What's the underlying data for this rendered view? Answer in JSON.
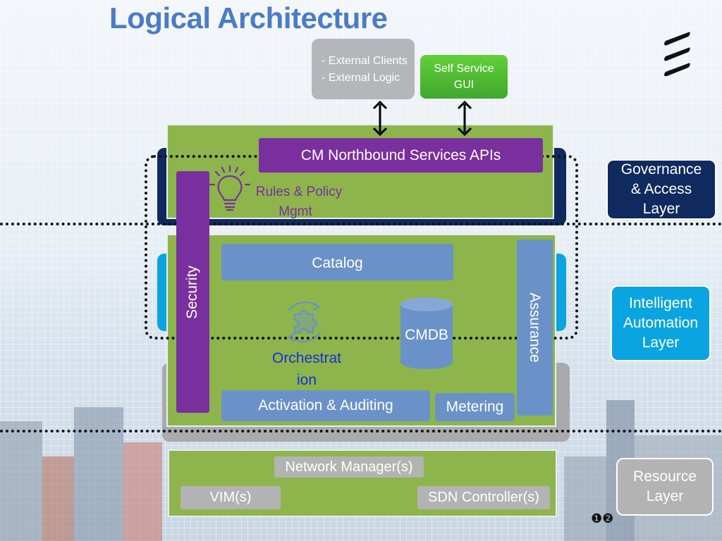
{
  "title": "Logical Architecture",
  "external": {
    "line1": "- External Clients",
    "line2": "- External Logic"
  },
  "self_service": {
    "line1": "Self Service",
    "line2": "GUI"
  },
  "cm_apis": "CM Northbound Services APIs",
  "rules": {
    "line1": "Rules & Policy",
    "line2": "Mgmt"
  },
  "security": "Security",
  "catalog": "Catalog",
  "cmdb": "CMDB",
  "assurance": "Assurance",
  "orchestration": {
    "line1": "Orchestrat",
    "line2": "ion"
  },
  "activation": "Activation & Auditing",
  "metering": "Metering",
  "network_manager": "Network Manager(s)",
  "vim": "VIM(s)",
  "sdn": "SDN Controller(s)",
  "layers": {
    "governance": {
      "line1": "Governance",
      "line2": "& Access",
      "line3": "Layer"
    },
    "automation": {
      "line1": "Intelligent",
      "line2": "Automation",
      "line3": "Layer"
    },
    "resource": {
      "line1": "Resource",
      "line2": "Layer"
    }
  },
  "page_marks": "❶❷",
  "colors": {
    "title": "#4a7cc6",
    "green": "#8db54b",
    "purple": "#7a2f9e",
    "navy": "#0f2a5e",
    "cyan": "#0aa4e0",
    "blue_box": "#6a92c8",
    "gray": "#b4b6b9",
    "self_service": "#5cc433"
  },
  "icons": [
    "ericsson-logo-icon",
    "lightbulb-icon",
    "puzzle-cycle-icon",
    "database-cylinder-icon",
    "double-arrow-icon"
  ]
}
